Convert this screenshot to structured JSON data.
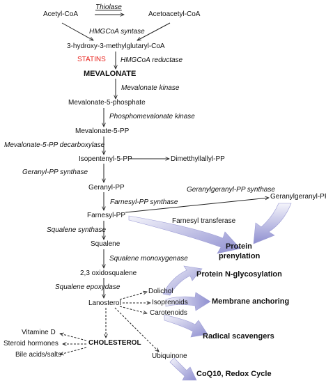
{
  "nodes": {
    "acetyl_coa": "Acetyl-CoA",
    "acetoacetyl_coa": "Acetoacetyl-CoA",
    "hmg_coa": "3-hydroxy-3-methylglutaryl-CoA",
    "mevalonate": "MEVALONATE",
    "mevalonate_5_phosphate": "Mevalonate-5-phosphate",
    "mevalonate_5_pp": "Mevalonate-5-PP",
    "isopentenyl_5_pp": "Isopentenyl-5-PP",
    "dimethylallyl_pp": "Dimetthyllallyl-PP",
    "geranyl_pp": "Geranyl-PP",
    "farnesyl_pp": "Farnesyl-PP",
    "geranylgeranyl_pp": "Geranylgeranyl-PP",
    "squalene": "Squalene",
    "oxidosqualene": "2,3 oxidosqualene",
    "lanosterol": "Lanosterol",
    "dolichol": "Dolichol",
    "isoprenoids": "Isoprenoids",
    "carotenoids": "Carotenoids",
    "ubiquinone": "Ubiquinone",
    "cholesterol": "CHOLESTEROL",
    "vitamine_d": "Vitamine D",
    "steroid_hormones": "Steroid hormones",
    "bile_acids": "Bile acids/salts"
  },
  "enzymes": {
    "thiolase": "Thiolase",
    "hmgcoa_synthase": "HMGCoA  syntase",
    "statins": "STATINS",
    "hmgcoa_reductase": "HMGCoA  reductase",
    "mevalonate_kinase": "Mevalonate  kinase",
    "phosphomevalonate_kinase": "Phosphomevalonate  kinase",
    "mevalonate_5_pp_decarboxylase": "Mevalonate-5-PP  decarboxylase",
    "geranyl_pp_synthase": "Geranyl-PP  synthase",
    "farnesyl_pp_synthase": "Farnesyl-PP  synthase",
    "geranylgeranyl_pp_synthase": "Geranylgeranyl-PP  synthase",
    "farnesyl_transferase": "Farnesyl transferase",
    "squalene_synthase": "Squalene  synthase",
    "squalene_monoxygenase": "Squalene  monoxygenase",
    "squalene_epoxydase": "Squalene  epoxydase"
  },
  "outcomes": {
    "protein_prenylation_line1": "Protein",
    "protein_prenylation_line2": "prenylation",
    "protein_n_glycosylation": "Protein N-glycosylation",
    "membrane_anchoring": "Membrane anchoring",
    "radical_scavengers": "Radical scavengers",
    "coq10_redox_cycle": "CoQ10, Redox Cycle"
  },
  "colors": {
    "statins": "#e8201a",
    "big_arrow_light": "#f4f4fb",
    "big_arrow_dark": "#8f8fd0",
    "line": "#222222"
  }
}
